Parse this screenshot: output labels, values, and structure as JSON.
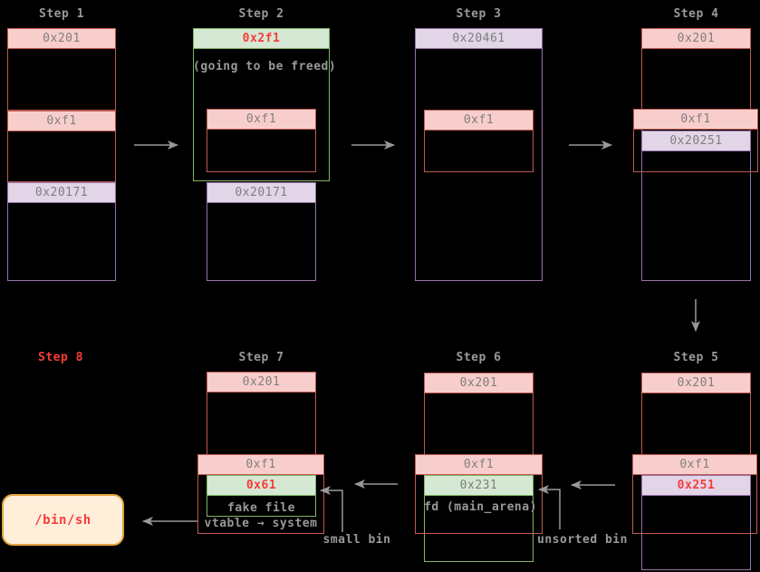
{
  "palette": {
    "background": "#000000",
    "pink_fill": "#f8cecc",
    "red_stroke": "#bf5a52",
    "purple_fill": "#e1d5e7",
    "purple_stroke": "#9673a6",
    "green_fill": "#d5e8d4",
    "green_stroke": "#82b366",
    "orange_fill": "#ffeeda",
    "orange_stroke": "#e2a23d",
    "gray_text": "#7f7f7f",
    "label_text": "#999999",
    "red_text": "#fa3b3b",
    "arrow": "#999999"
  },
  "titles": {
    "s1": "Step 1",
    "s2": "Step 2",
    "s3": "Step 3",
    "s4": "Step 4",
    "s5": "Step 5",
    "s6": "Step 6",
    "s7": "Step 7",
    "s8": "Step 8"
  },
  "step1": {
    "chunk1": "0x201",
    "chunk2": "0xf1",
    "chunk3": "0x20171"
  },
  "step2": {
    "chunk_freed": "0x2f1",
    "note": "(going to be freed)",
    "chunk_inner": "0xf1",
    "chunk_bottom": "0x20171"
  },
  "step3": {
    "chunk_outer": "0x20461",
    "chunk_inner": "0xf1"
  },
  "step4": {
    "chunk_top": "0x201",
    "chunk_mid": "0xf1",
    "chunk_bottom": "0x20251"
  },
  "step5": {
    "chunk_top": "0x201",
    "chunk_mid": "0xf1",
    "chunk_bottom": "0x251"
  },
  "step6": {
    "chunk_top": "0x201",
    "chunk_mid": "0xf1",
    "chunk_bin": "0x231",
    "bin_note": "fd (main_arena)",
    "bin_label": "unsorted bin"
  },
  "step7": {
    "chunk_top": "0x201",
    "chunk_mid": "0xf1",
    "chunk_bin": "0x61",
    "bin_note": "fake file",
    "vtable_note": "vtable → system",
    "bin_label": "small bin"
  },
  "step8": {
    "shell": "/bin/sh"
  }
}
